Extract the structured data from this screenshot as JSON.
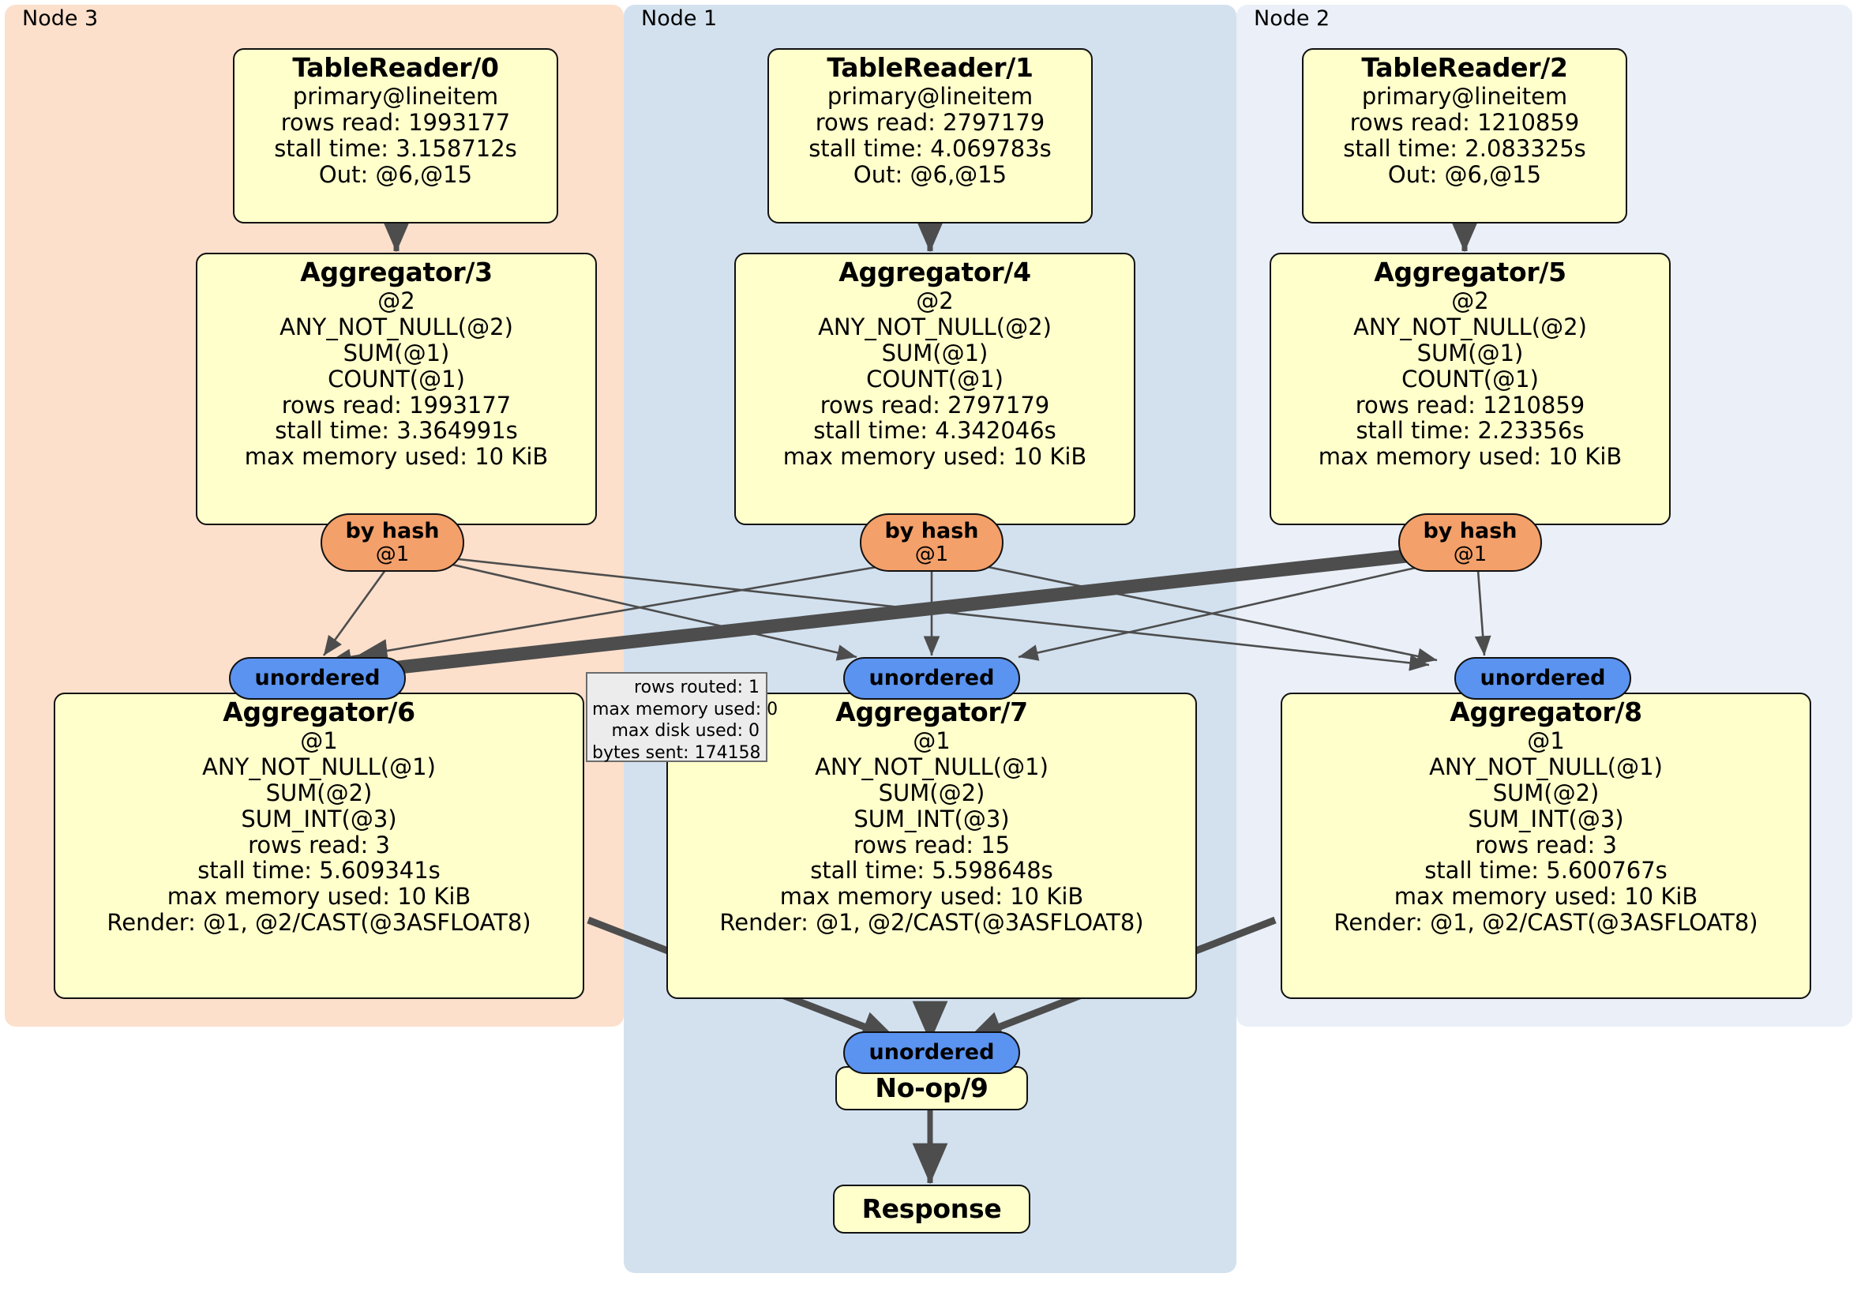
{
  "diagram": {
    "title": "Distributed query physical plan",
    "colors": {
      "node_fill": "#ffffcc",
      "node_stroke": "#111111",
      "hash_router": "#f4a06a",
      "unordered_router": "#5b93f0",
      "node3_panel": "#fce0cc",
      "node1_panel": "#d3e1ef",
      "node2_panel": "#eaeff8",
      "edge": "#4d4d4d",
      "stats_fill": "#ececec"
    }
  },
  "clusters": [
    {
      "id": "node3",
      "label": "Node 3"
    },
    {
      "id": "node1",
      "label": "Node 1"
    },
    {
      "id": "node2",
      "label": "Node 2"
    }
  ],
  "processors": {
    "table_readers": [
      {
        "title": "TableReader/0",
        "lines": [
          "primary@lineitem",
          "rows read: 1993177",
          "stall time: 3.158712s",
          "Out: @6,@15"
        ]
      },
      {
        "title": "TableReader/1",
        "lines": [
          "primary@lineitem",
          "rows read: 2797179",
          "stall time: 4.069783s",
          "Out: @6,@15"
        ]
      },
      {
        "title": "TableReader/2",
        "lines": [
          "primary@lineitem",
          "rows read: 1210859",
          "stall time: 2.083325s",
          "Out: @6,@15"
        ]
      }
    ],
    "aggregators_stage1": [
      {
        "title": "Aggregator/3",
        "lines": [
          "@2",
          "ANY_NOT_NULL(@2)",
          "SUM(@1)",
          "COUNT(@1)",
          "rows read: 1993177",
          "stall time: 3.364991s",
          "max memory used: 10 KiB"
        ]
      },
      {
        "title": "Aggregator/4",
        "lines": [
          "@2",
          "ANY_NOT_NULL(@2)",
          "SUM(@1)",
          "COUNT(@1)",
          "rows read: 2797179",
          "stall time: 4.342046s",
          "max memory used: 10 KiB"
        ]
      },
      {
        "title": "Aggregator/5",
        "lines": [
          "@2",
          "ANY_NOT_NULL(@2)",
          "SUM(@1)",
          "COUNT(@1)",
          "rows read: 1210859",
          "stall time: 2.23356s",
          "max memory used: 10 KiB"
        ]
      }
    ],
    "aggregators_stage2": [
      {
        "title": "Aggregator/6",
        "lines": [
          "@1",
          "ANY_NOT_NULL(@1)",
          "SUM(@2)",
          "SUM_INT(@3)",
          "rows read: 3",
          "stall time: 5.609341s",
          "max memory used: 10 KiB",
          "Render: @1, @2/CAST(@3ASFLOAT8)"
        ]
      },
      {
        "title": "Aggregator/7",
        "lines": [
          "@1",
          "ANY_NOT_NULL(@1)",
          "SUM(@2)",
          "SUM_INT(@3)",
          "rows read: 15",
          "stall time: 5.598648s",
          "max memory used: 10 KiB",
          "Render: @1, @2/CAST(@3ASFLOAT8)"
        ]
      },
      {
        "title": "Aggregator/8",
        "lines": [
          "@1",
          "ANY_NOT_NULL(@1)",
          "SUM(@2)",
          "SUM_INT(@3)",
          "rows read: 3",
          "stall time: 5.600767s",
          "max memory used: 10 KiB",
          "Render: @1, @2/CAST(@3ASFLOAT8)"
        ]
      }
    ],
    "noop": {
      "title": "No-op/9"
    },
    "response": {
      "title": "Response"
    }
  },
  "routers": {
    "hash": [
      {
        "title": "by hash",
        "sub": "@1"
      },
      {
        "title": "by hash",
        "sub": "@1"
      },
      {
        "title": "by hash",
        "sub": "@1"
      }
    ],
    "unordered_mid": [
      {
        "title": "unordered"
      },
      {
        "title": "unordered"
      },
      {
        "title": "unordered"
      }
    ],
    "unordered_final": {
      "title": "unordered"
    }
  },
  "stats_tooltip": {
    "lines": [
      "rows routed: 1",
      "max memory used: 0",
      "max disk used: 0",
      "bytes sent: 174158"
    ]
  }
}
